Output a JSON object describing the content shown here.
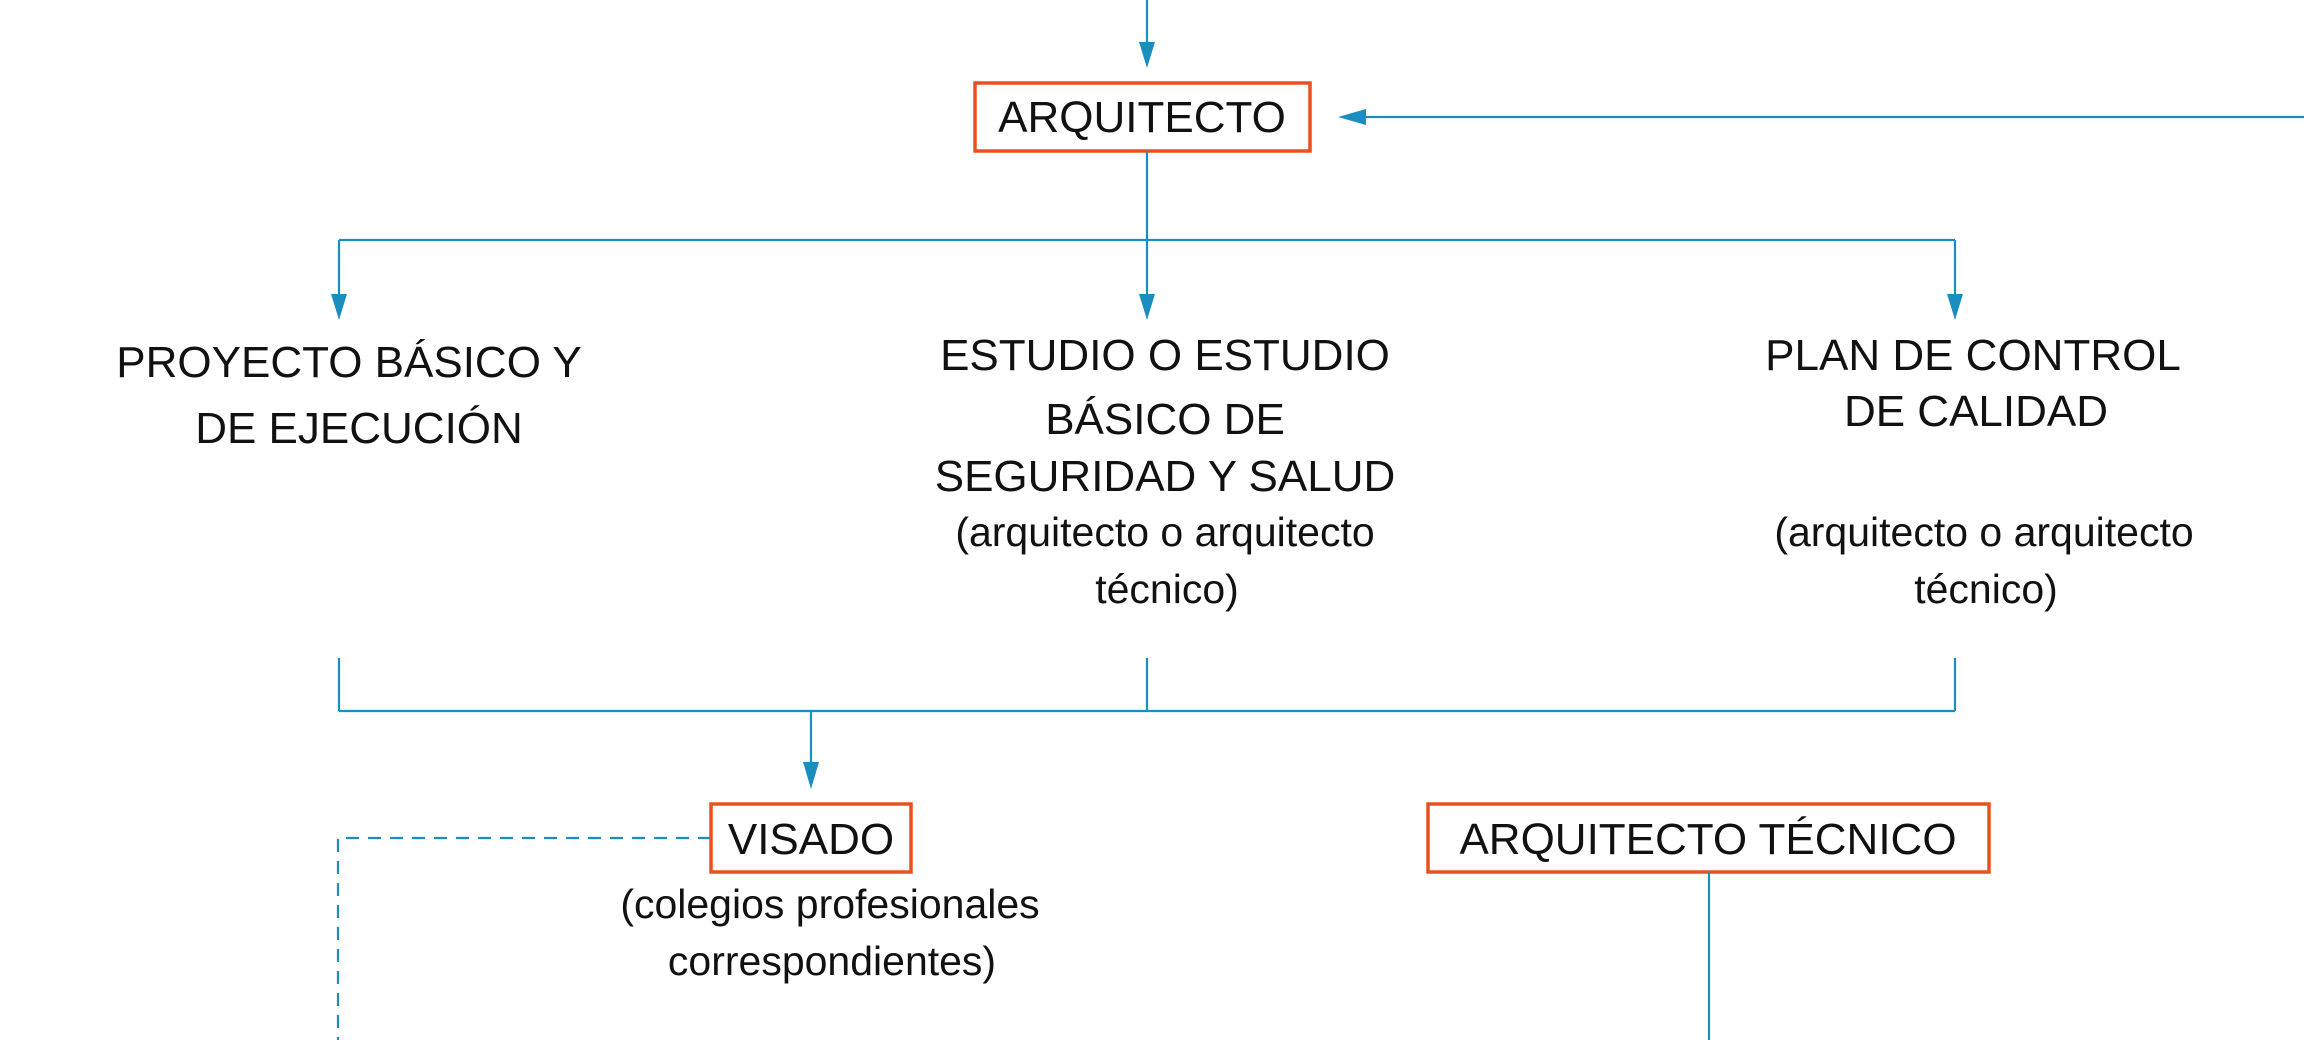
{
  "colors": {
    "connector": "#1a8fbf",
    "box_border": "#e8501f",
    "text": "#111111"
  },
  "nodes": {
    "arquitecto": {
      "label": "ARQUITECTO"
    },
    "proyecto": {
      "lines": [
        "PROYECTO BÁSICO Y",
        "DE EJECUCIÓN"
      ]
    },
    "estudio": {
      "lines": [
        "ESTUDIO O ESTUDIO",
        "BÁSICO DE",
        "SEGURIDAD Y SALUD"
      ],
      "note": [
        "(arquitecto o arquitecto",
        "técnico)"
      ]
    },
    "plan": {
      "lines": [
        "PLAN DE CONTROL",
        "DE CALIDAD"
      ],
      "note": [
        "(arquitecto o arquitecto",
        "técnico)"
      ]
    },
    "visado": {
      "label": "VISADO",
      "note": [
        "(colegios profesionales",
        "correspondientes)"
      ]
    },
    "arquitecto_tecnico": {
      "label": "ARQUITECTO TÉCNICO"
    }
  }
}
